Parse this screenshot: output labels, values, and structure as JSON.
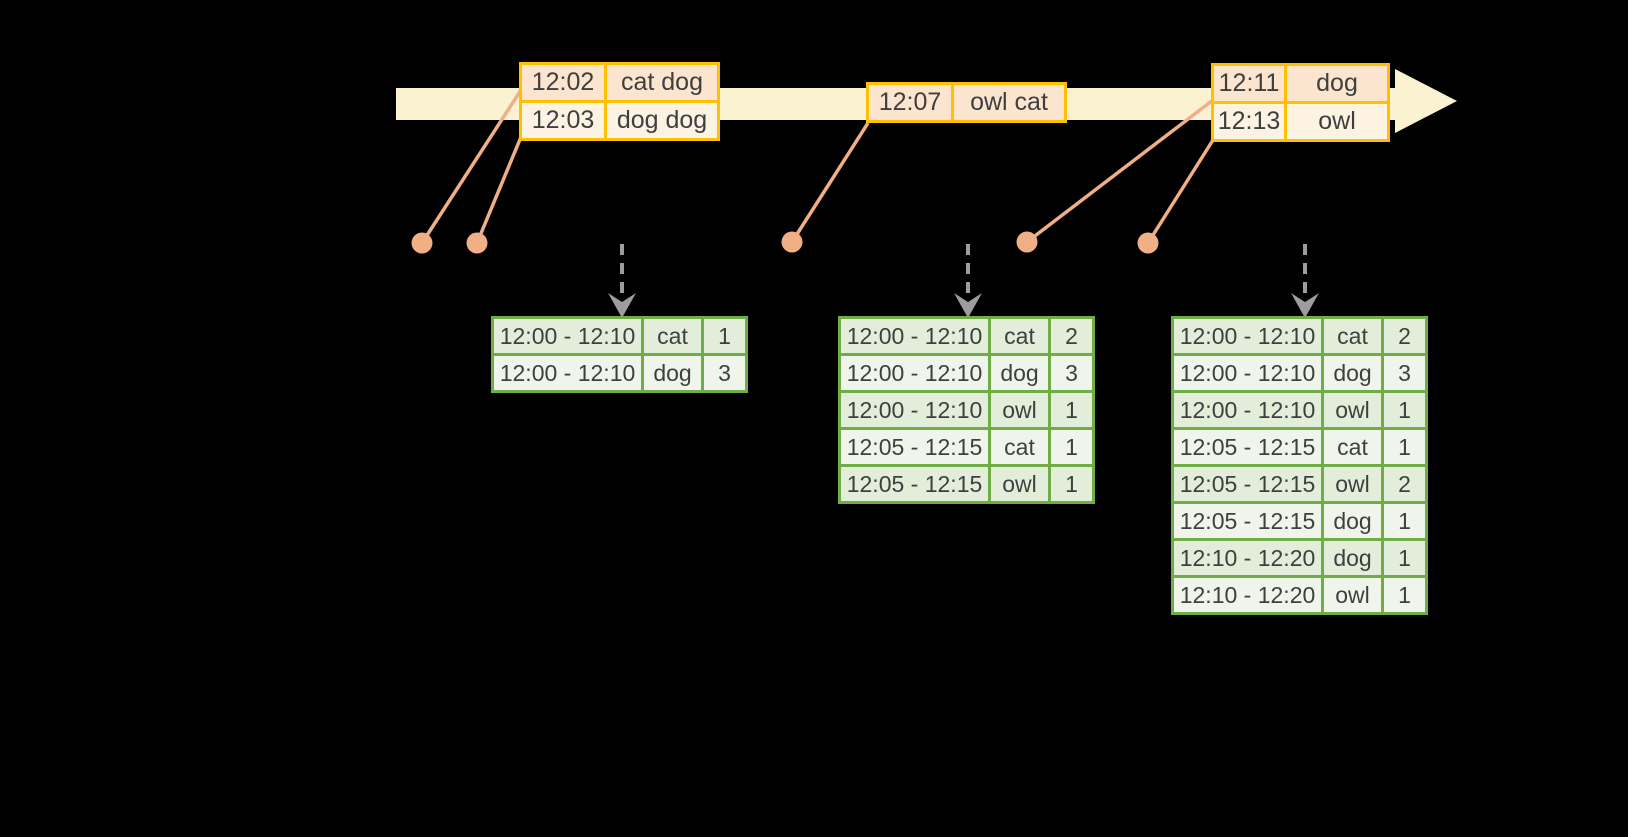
{
  "colors": {
    "bg": "#000000",
    "text": "#3F3F3F",
    "band": "#FBF2D1",
    "orange_border": "#FFC000",
    "peach": "#FBE5CE",
    "cream": "#FDF3E2",
    "salmon": "#F0AF84",
    "green_border": "#70AD47",
    "green_row": "#E2EEDA",
    "green_row_light": "#F0F5EC",
    "gray": "#9D9D9D"
  },
  "icons": {
    "timeline_arrow": "rightwards-cream-arrow-band",
    "event_dot": "filled-salmon-circle",
    "trigger_arrow": "gray-dashed-down-arrow"
  },
  "event_tables": [
    {
      "rows": [
        {
          "time": "12:02",
          "words": "cat dog"
        },
        {
          "time": "12:03",
          "words": "dog dog"
        }
      ]
    },
    {
      "rows": [
        {
          "time": "12:07",
          "words": "owl cat"
        }
      ]
    },
    {
      "rows": [
        {
          "time": "12:11",
          "words": "dog"
        },
        {
          "time": "12:13",
          "words": "owl"
        }
      ]
    }
  ],
  "result_tables": [
    {
      "rows": [
        {
          "window": "12:00 - 12:10",
          "word": "cat",
          "count": "1"
        },
        {
          "window": "12:00 - 12:10",
          "word": "dog",
          "count": "3"
        }
      ]
    },
    {
      "rows": [
        {
          "window": "12:00 - 12:10",
          "word": "cat",
          "count": "2"
        },
        {
          "window": "12:00 - 12:10",
          "word": "dog",
          "count": "3"
        },
        {
          "window": "12:00 - 12:10",
          "word": "owl",
          "count": "1"
        },
        {
          "window": "12:05 - 12:15",
          "word": "cat",
          "count": "1"
        },
        {
          "window": "12:05 - 12:15",
          "word": "owl",
          "count": "1"
        }
      ]
    },
    {
      "rows": [
        {
          "window": "12:00 - 12:10",
          "word": "cat",
          "count": "2"
        },
        {
          "window": "12:00 - 12:10",
          "word": "dog",
          "count": "3"
        },
        {
          "window": "12:00 - 12:10",
          "word": "owl",
          "count": "1"
        },
        {
          "window": "12:05 - 12:15",
          "word": "cat",
          "count": "1"
        },
        {
          "window": "12:05 - 12:15",
          "word": "owl",
          "count": "2"
        },
        {
          "window": "12:05 - 12:15",
          "word": "dog",
          "count": "1"
        },
        {
          "window": "12:10 - 12:20",
          "word": "dog",
          "count": "1"
        },
        {
          "window": "12:10 - 12:20",
          "word": "owl",
          "count": "1"
        }
      ]
    }
  ]
}
